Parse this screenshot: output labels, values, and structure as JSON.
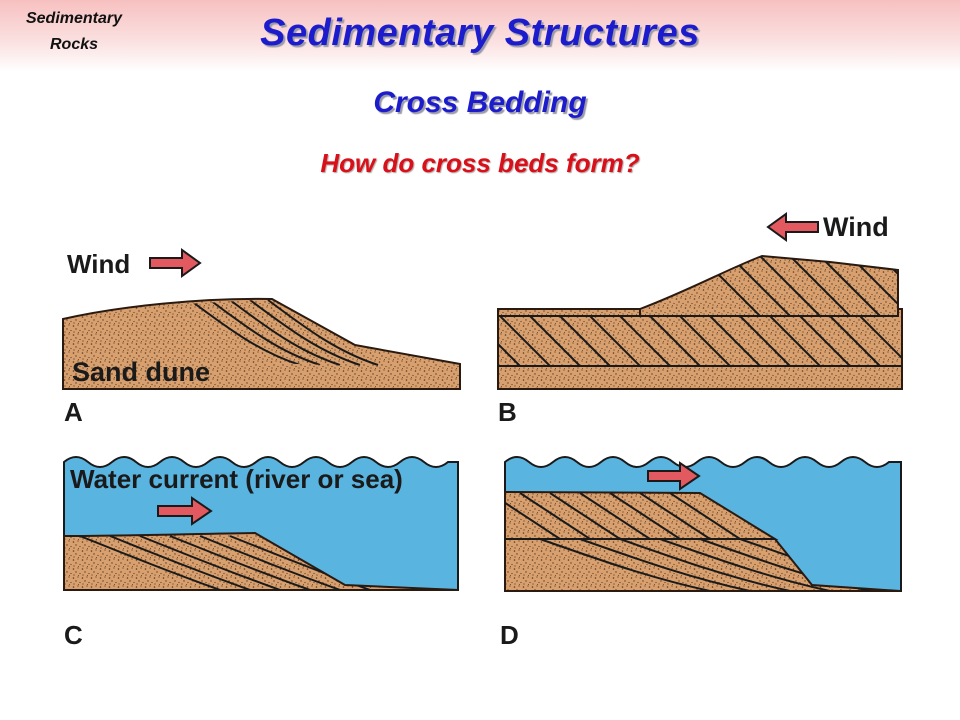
{
  "header": {
    "topic_line1": "Sedimentary",
    "topic_line2": "Rocks",
    "title": "Sedimentary Structures",
    "subtitle": "Cross Bedding",
    "question": "How do cross beds form?"
  },
  "panels": {
    "a": {
      "letter": "A",
      "agent_label": "Wind",
      "sediment_label": "Sand dune"
    },
    "b": {
      "letter": "B",
      "agent_label": "Wind"
    },
    "c": {
      "letter": "C",
      "agent_label": "Water current (river or sea)"
    },
    "d": {
      "letter": "D"
    }
  },
  "colors": {
    "sand": "#d9a06f",
    "water": "#5ab4e0",
    "arrow": "#e25a5f",
    "title": "#1c1ccc",
    "question": "#d8101a"
  }
}
